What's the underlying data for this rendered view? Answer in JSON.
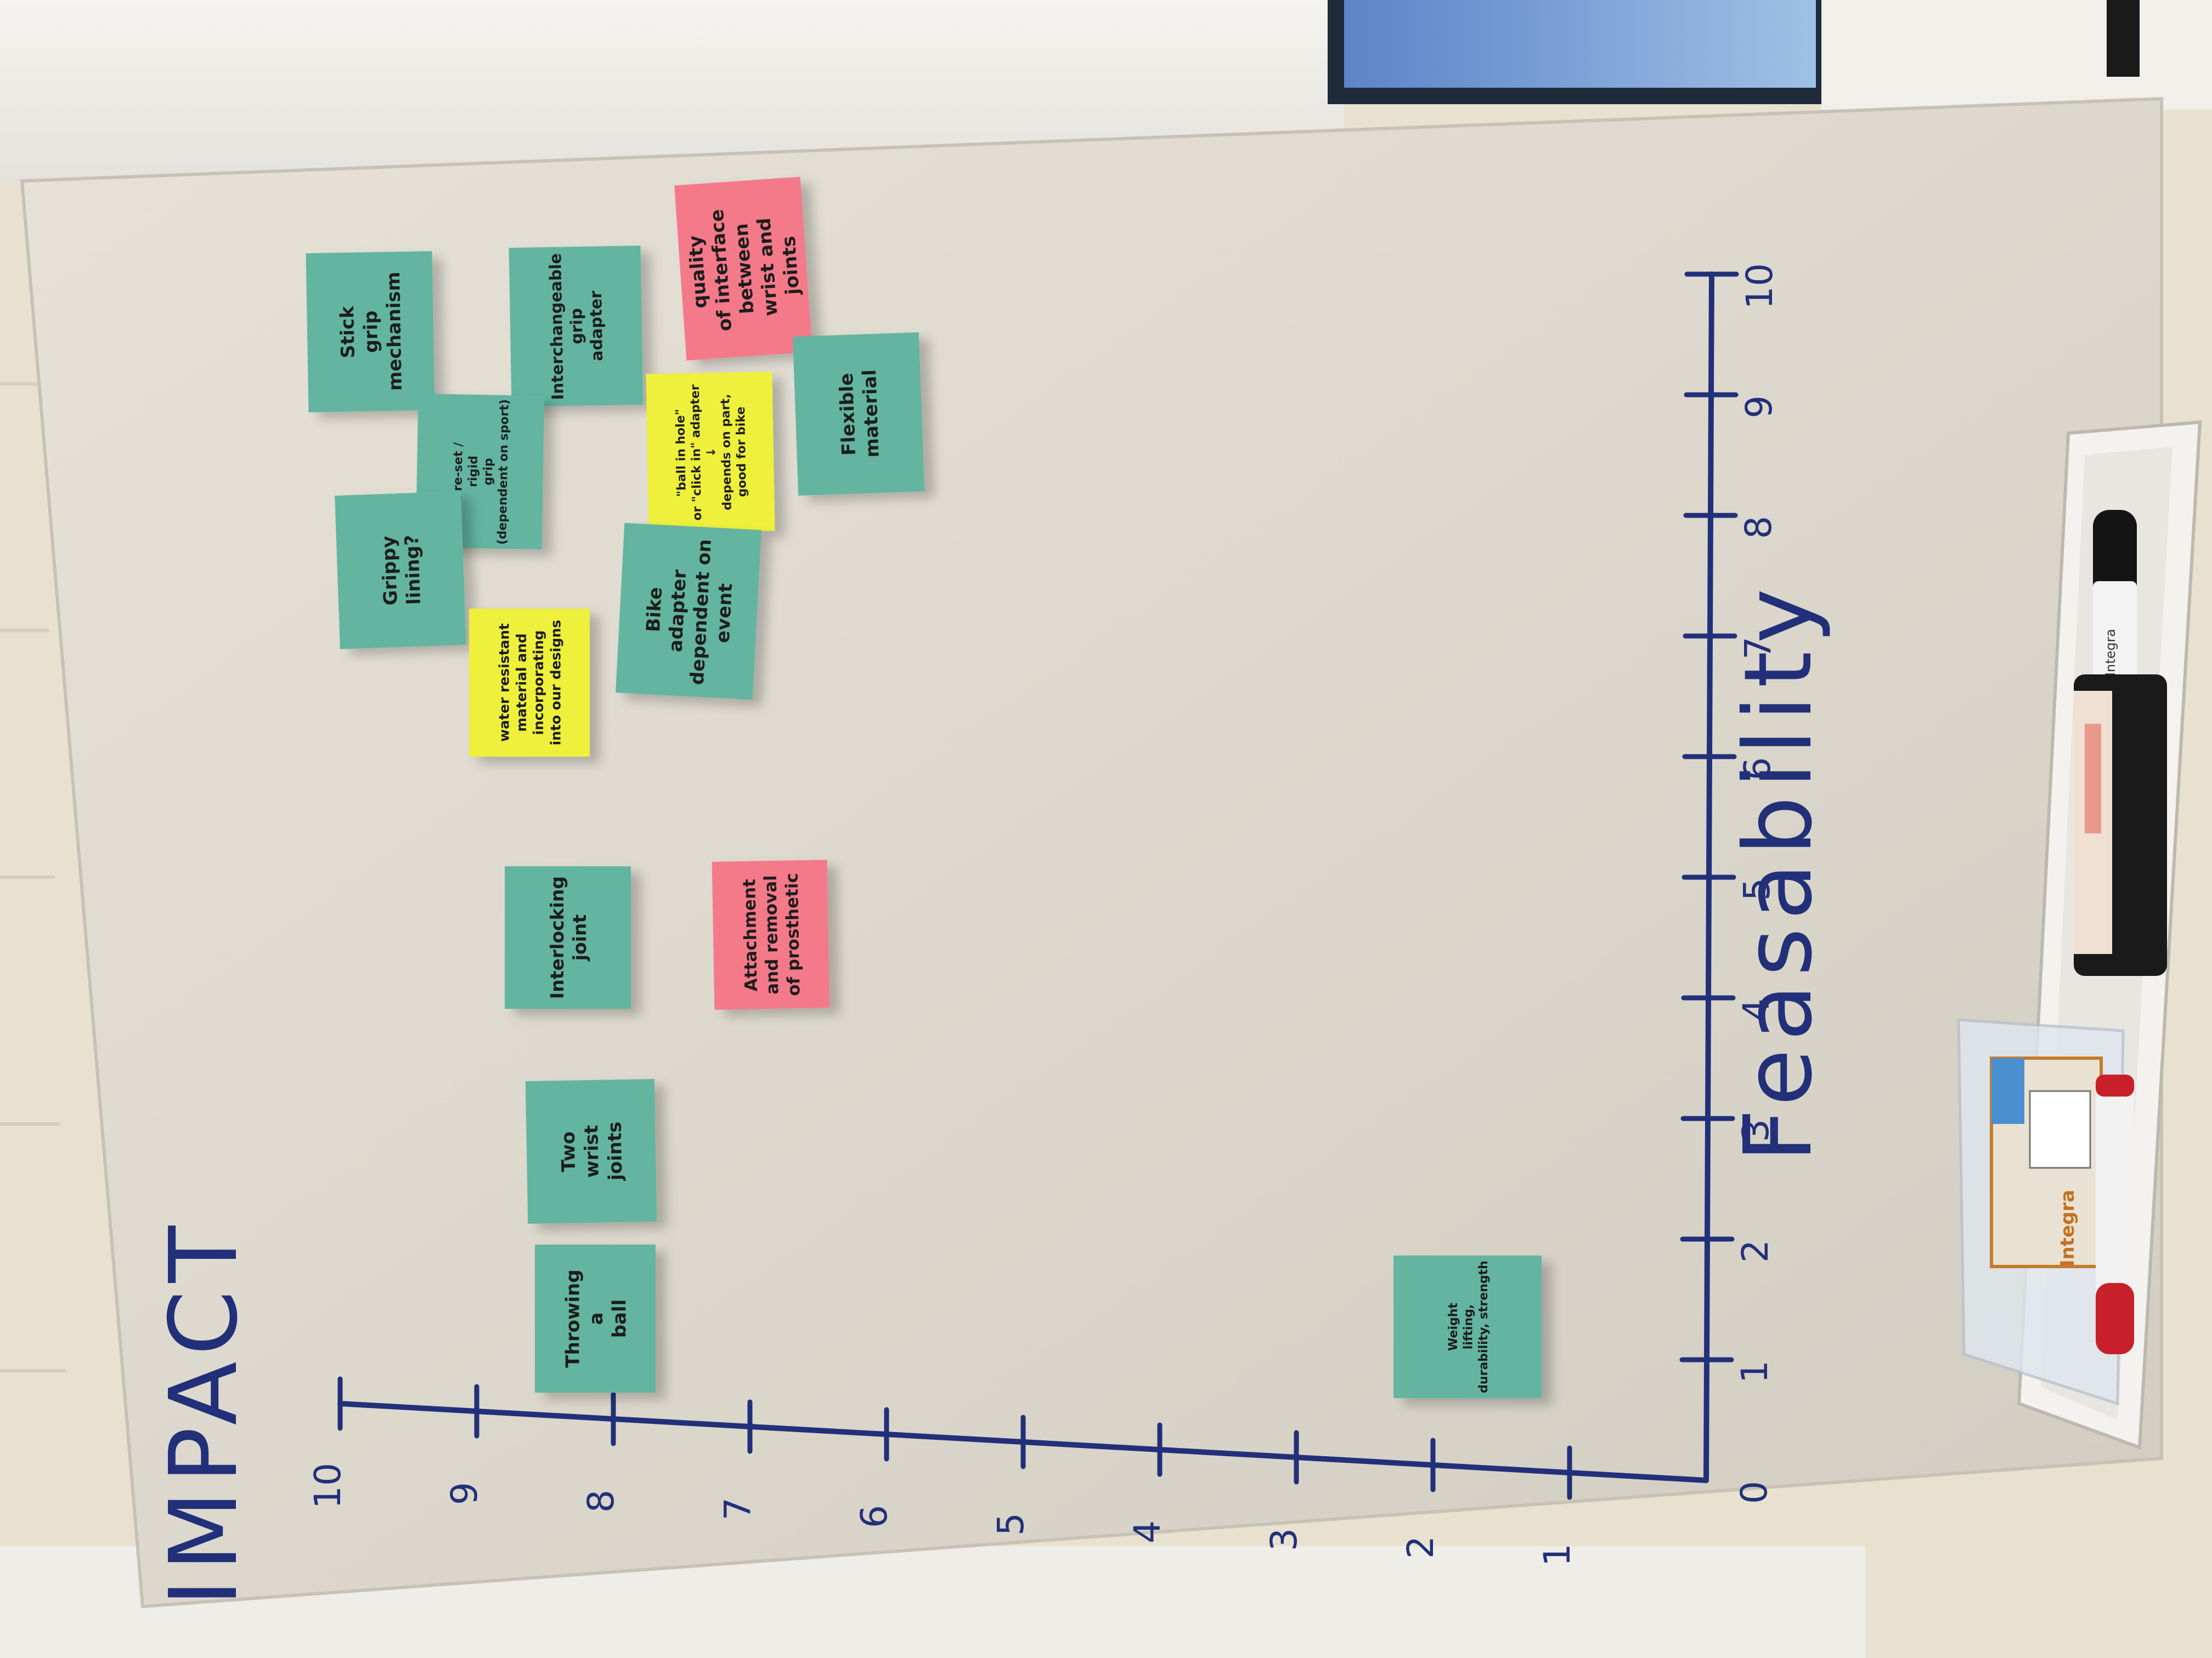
{
  "board": {
    "x_axis_title": "Feasability",
    "y_axis_title": "IMPACT",
    "x_ticks": [
      "0",
      "1",
      "2",
      "3",
      "4",
      "5",
      "6",
      "7",
      "8",
      "9",
      "10"
    ],
    "y_ticks": [
      "1",
      "2",
      "3",
      "4",
      "5",
      "6",
      "7",
      "8",
      "9",
      "10"
    ]
  },
  "notes": [
    {
      "id": "stick-grip",
      "color": "teal",
      "lines": [
        "Stick",
        "grip",
        "mechanism"
      ]
    },
    {
      "id": "interchangeable-grip",
      "color": "teal",
      "lines": [
        "Interchangeable",
        "grip",
        "adapter"
      ]
    },
    {
      "id": "quality-interface",
      "color": "pink",
      "lines": [
        "quality",
        "of interface",
        "between",
        "wrist and",
        "joints"
      ]
    },
    {
      "id": "pre-set-rigid-grip",
      "color": "teal",
      "lines": [
        "Pre-set /",
        "rigid",
        "grip",
        "(dependent on sport)"
      ]
    },
    {
      "id": "ball-in-hole",
      "color": "yellow",
      "lines": [
        "\"ball in hole\"",
        "or \"click in\" adapter",
        "↓",
        "depends on part,",
        "good for bike"
      ]
    },
    {
      "id": "flexible-material",
      "color": "teal",
      "lines": [
        "Flexible",
        "material"
      ]
    },
    {
      "id": "grippy-lining",
      "color": "teal",
      "lines": [
        "Grippy",
        "lining?"
      ]
    },
    {
      "id": "bike-adapter",
      "color": "teal",
      "lines": [
        "Bike",
        "adapter",
        "dependent on",
        "event"
      ]
    },
    {
      "id": "water-resistant",
      "color": "yellow",
      "lines": [
        "water resistant",
        "material and",
        "incorporating",
        "into our designs"
      ]
    },
    {
      "id": "interlocking-joint",
      "color": "teal",
      "lines": [
        "Interlocking",
        "joint"
      ]
    },
    {
      "id": "attachment-removal",
      "color": "pink",
      "lines": [
        "Attachment",
        "and removal",
        "of prosthetic"
      ]
    },
    {
      "id": "two-wrist-joints",
      "color": "teal",
      "lines": [
        "Two",
        "wrist",
        "joints"
      ]
    },
    {
      "id": "throwing-ball",
      "color": "teal",
      "lines": [
        "Throwing",
        "a",
        "ball"
      ]
    },
    {
      "id": "weight-lifting",
      "color": "teal",
      "lines": [
        "Weight",
        "lifting,",
        "durability, strength"
      ]
    }
  ],
  "colors": {
    "teal": "#63b5a0",
    "pink": "#f47a8a",
    "yellow": "#eef03a",
    "marker_ink": "#22307a",
    "board": "#dedad0"
  },
  "tray_items": [
    {
      "name": "marker-black",
      "label": "Integra"
    },
    {
      "name": "eraser",
      "label": ""
    },
    {
      "name": "marker-pack",
      "label": "Integra"
    },
    {
      "name": "marker-red",
      "label": ""
    }
  ]
}
